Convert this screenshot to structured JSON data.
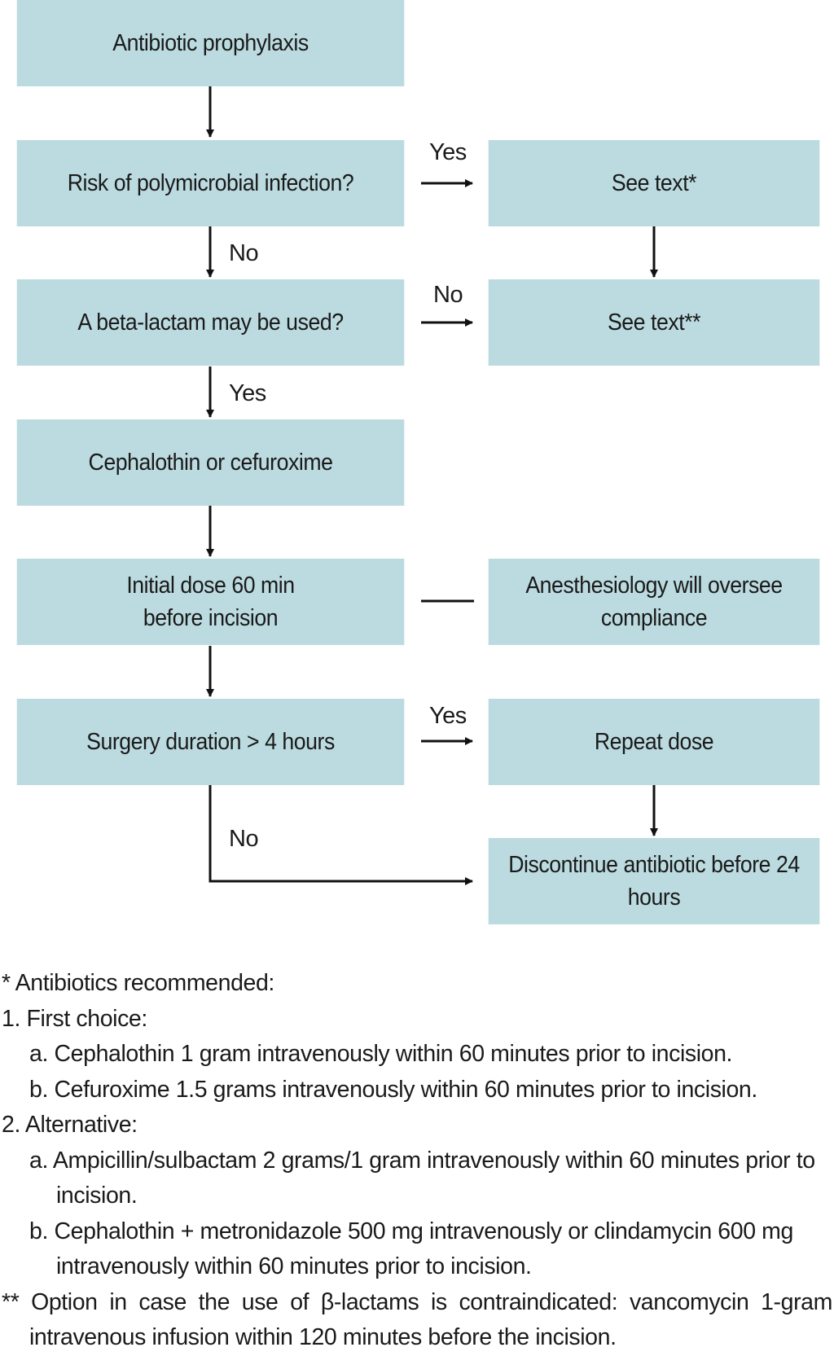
{
  "nodes": {
    "start": "Antibiotic prophylaxis",
    "polymicrobial": "Risk of polymicrobial infection?",
    "see_text_1": "See text*",
    "beta_lactam": "A beta-lactam may be used?",
    "see_text_2": "See text**",
    "cephalothin": "Cephalothin or cefuroxime",
    "initial_dose": "Initial dose 60 min\nbefore incision",
    "anesthesiology": "Anesthesiology will oversee\ncompliance",
    "duration": "Surgery duration > 4 hours",
    "repeat": "Repeat dose",
    "discontinue": "Discontinue antibiotic before 24\nhours"
  },
  "edge_labels": {
    "polymicrobial_yes": "Yes",
    "polymicrobial_no": "No",
    "beta_lactam_no": "No",
    "beta_lactam_yes": "Yes",
    "duration_yes": "Yes",
    "duration_no": "No"
  },
  "notes": {
    "heading": "* Antibiotics recommended:",
    "first_choice": "1.  First choice:",
    "first_a": "a.  Cephalothin 1 gram intravenously within 60 minutes prior to incision.",
    "first_b": "b.  Cefuroxime 1.5 grams intravenously within 60 minutes prior to incision.",
    "alternative": "2.  Alternative:",
    "alt_a_1": "a.  Ampicillin/sulbactam 2 grams/1 gram intravenously within 60 minutes prior to",
    "alt_a_2": "incision.",
    "alt_b_1": "b.  Cephalothin + metronidazole 500 mg intravenously or clindamycin 600 mg",
    "alt_b_2": "intravenously within 60 minutes prior to incision.",
    "option_words": [
      "**",
      "Option",
      "in",
      "case",
      "the",
      "use",
      "of",
      "β-lactams",
      "is",
      "contraindicated:",
      "vancomycin",
      "1-gram"
    ],
    "option_2": "intravenous infusion within 120 minutes before the incision."
  }
}
